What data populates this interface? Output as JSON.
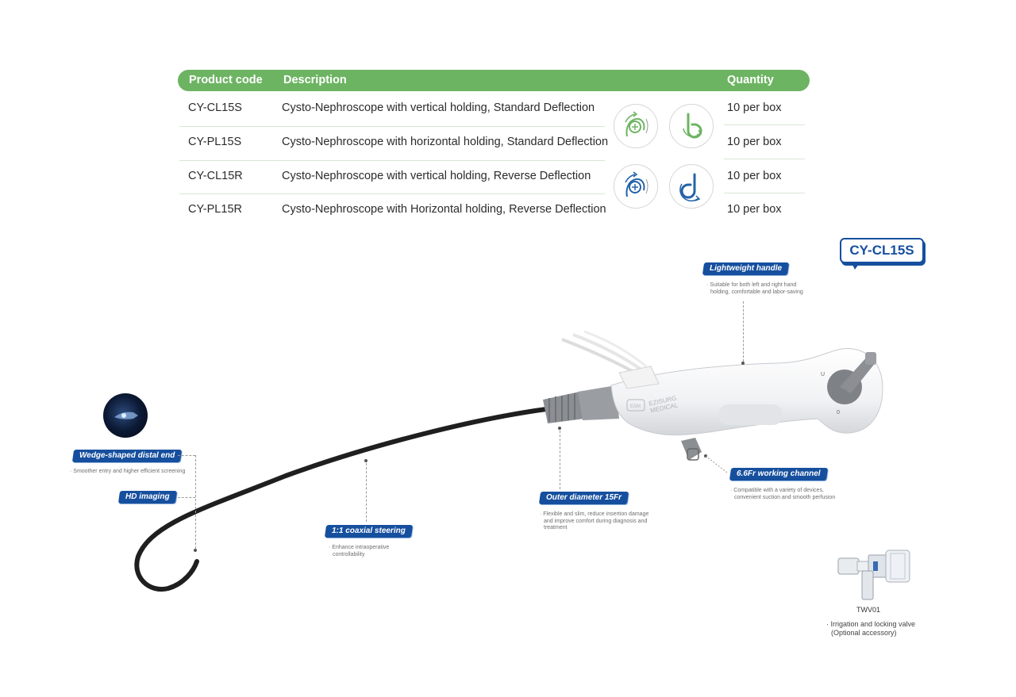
{
  "table": {
    "headers": {
      "code": "Product code",
      "description": "Description",
      "quantity": "Quantity"
    },
    "rows": [
      {
        "code": "CY-CL15S",
        "description": "Cysto-Nephroscope with vertical holding, Standard Deflection",
        "quantity": "10 per box"
      },
      {
        "code": "CY-PL15S",
        "description": "Cysto-Nephroscope with horizontal holding, Standard Deflection",
        "quantity": "10 per box"
      },
      {
        "code": "CY-CL15R",
        "description": "Cysto-Nephroscope with vertical holding, Reverse Deflection",
        "quantity": "10 per box"
      },
      {
        "code": "CY-PL15R",
        "description": "Cysto-Nephroscope with Horizontal holding, Reverse Deflection",
        "quantity": "10 per box"
      }
    ]
  },
  "model_badge": "CY-CL15S",
  "handle_brand": {
    "line1": "EZISURG",
    "line2": "MEDICAL"
  },
  "callouts": {
    "handle": {
      "title": "Lightweight handle",
      "desc1": "Suitable for both left and right hand",
      "desc2": "holding, comfortable and labor-saving"
    },
    "channel": {
      "title": "6.6Fr working channel",
      "desc1": "Compatible with a variety of devices,",
      "desc2": "convenient suction and smooth perfusion"
    },
    "outer": {
      "title": "Outer diameter 15Fr",
      "desc1": "Flexible and slim, reduce insertion damage",
      "desc2": "and improve comfort during diagnosis and",
      "desc3": "treatment"
    },
    "steering": {
      "title": "1:1 coaxial steering",
      "desc1": "Enhance intraoperative",
      "desc2": "controllability"
    },
    "distal": {
      "title": "Wedge-shaped distal end",
      "desc1": "Smoother entry and higher efficient screening"
    },
    "imaging": {
      "title": "HD imaging"
    }
  },
  "accessory": {
    "code": "TWV01",
    "desc1": "Irrigation and locking valve",
    "desc2": "(Optional accessory)"
  },
  "colors": {
    "green": "#6db462",
    "blue": "#164f9e"
  }
}
